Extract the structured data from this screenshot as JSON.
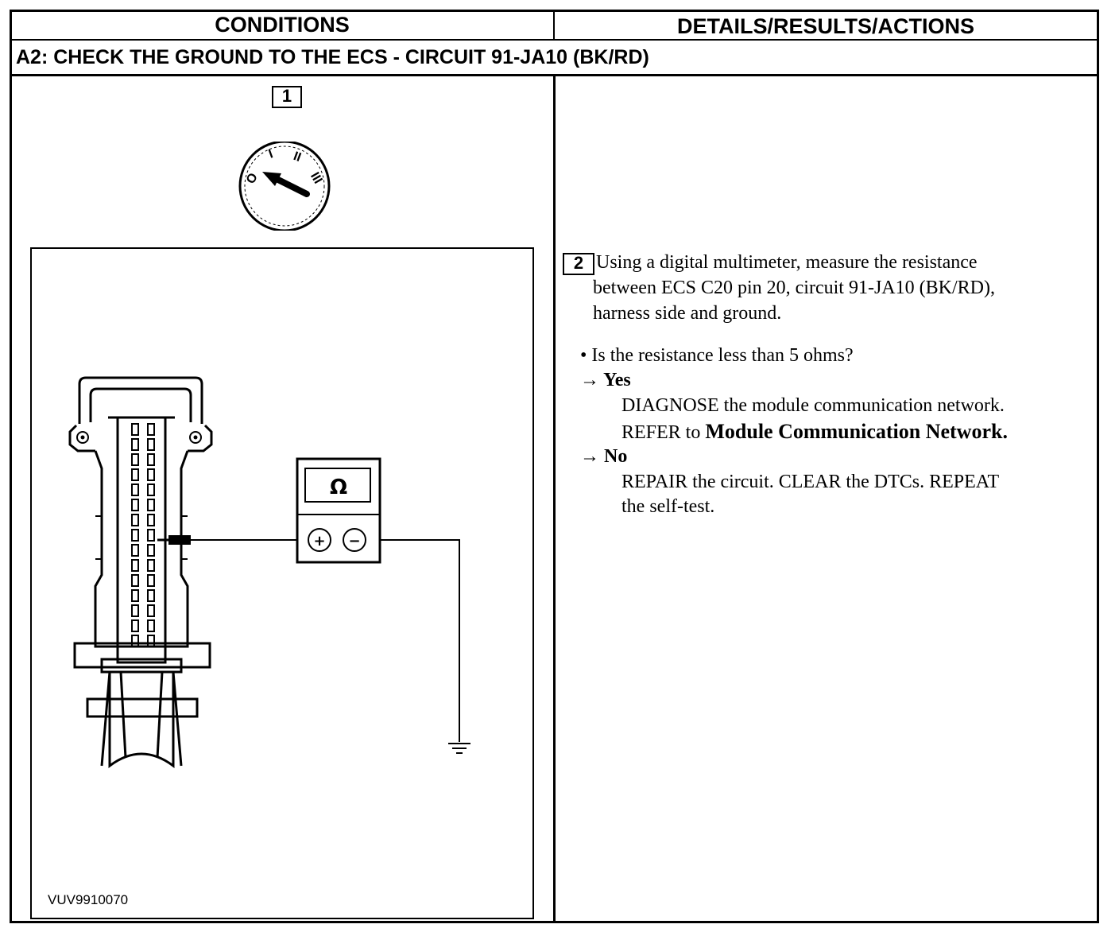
{
  "header": {
    "conditions": "CONDITIONS",
    "details": "DETAILS/RESULTS/ACTIONS"
  },
  "section": {
    "title": "A2: CHECK THE GROUND TO THE ECS - CIRCUIT 91-JA10 (BK/RD)"
  },
  "step1": {
    "number": "1"
  },
  "step2": {
    "number": "2",
    "instruction_lines": [
      "Using a digital multimeter, measure the resistance",
      "between ECS C20 pin 20, circuit 91-JA10 (BK/RD),",
      "harness side and ground."
    ],
    "question": "• Is the resistance less than 5 ohms?",
    "yes_label": "→ Yes",
    "yes_action_1": "DIAGNOSE the module communication network.",
    "yes_action_2_prefix": "REFER to ",
    "yes_action_2_link": "Module Communication Network.",
    "no_label": "→ No",
    "no_action_1": "REPAIR the circuit. CLEAR the DTCs. REPEAT",
    "no_action_2": "the self-test."
  },
  "figure": {
    "id": "VUV9910070",
    "ignition_positions": [
      "O",
      "I",
      "II",
      "III"
    ],
    "meter_symbol": "Ω",
    "meter_plus": "+",
    "meter_minus": "−",
    "icons": [
      "ignition-switch-icon",
      "connector-icon",
      "multimeter-icon",
      "ground-symbol-icon"
    ]
  }
}
